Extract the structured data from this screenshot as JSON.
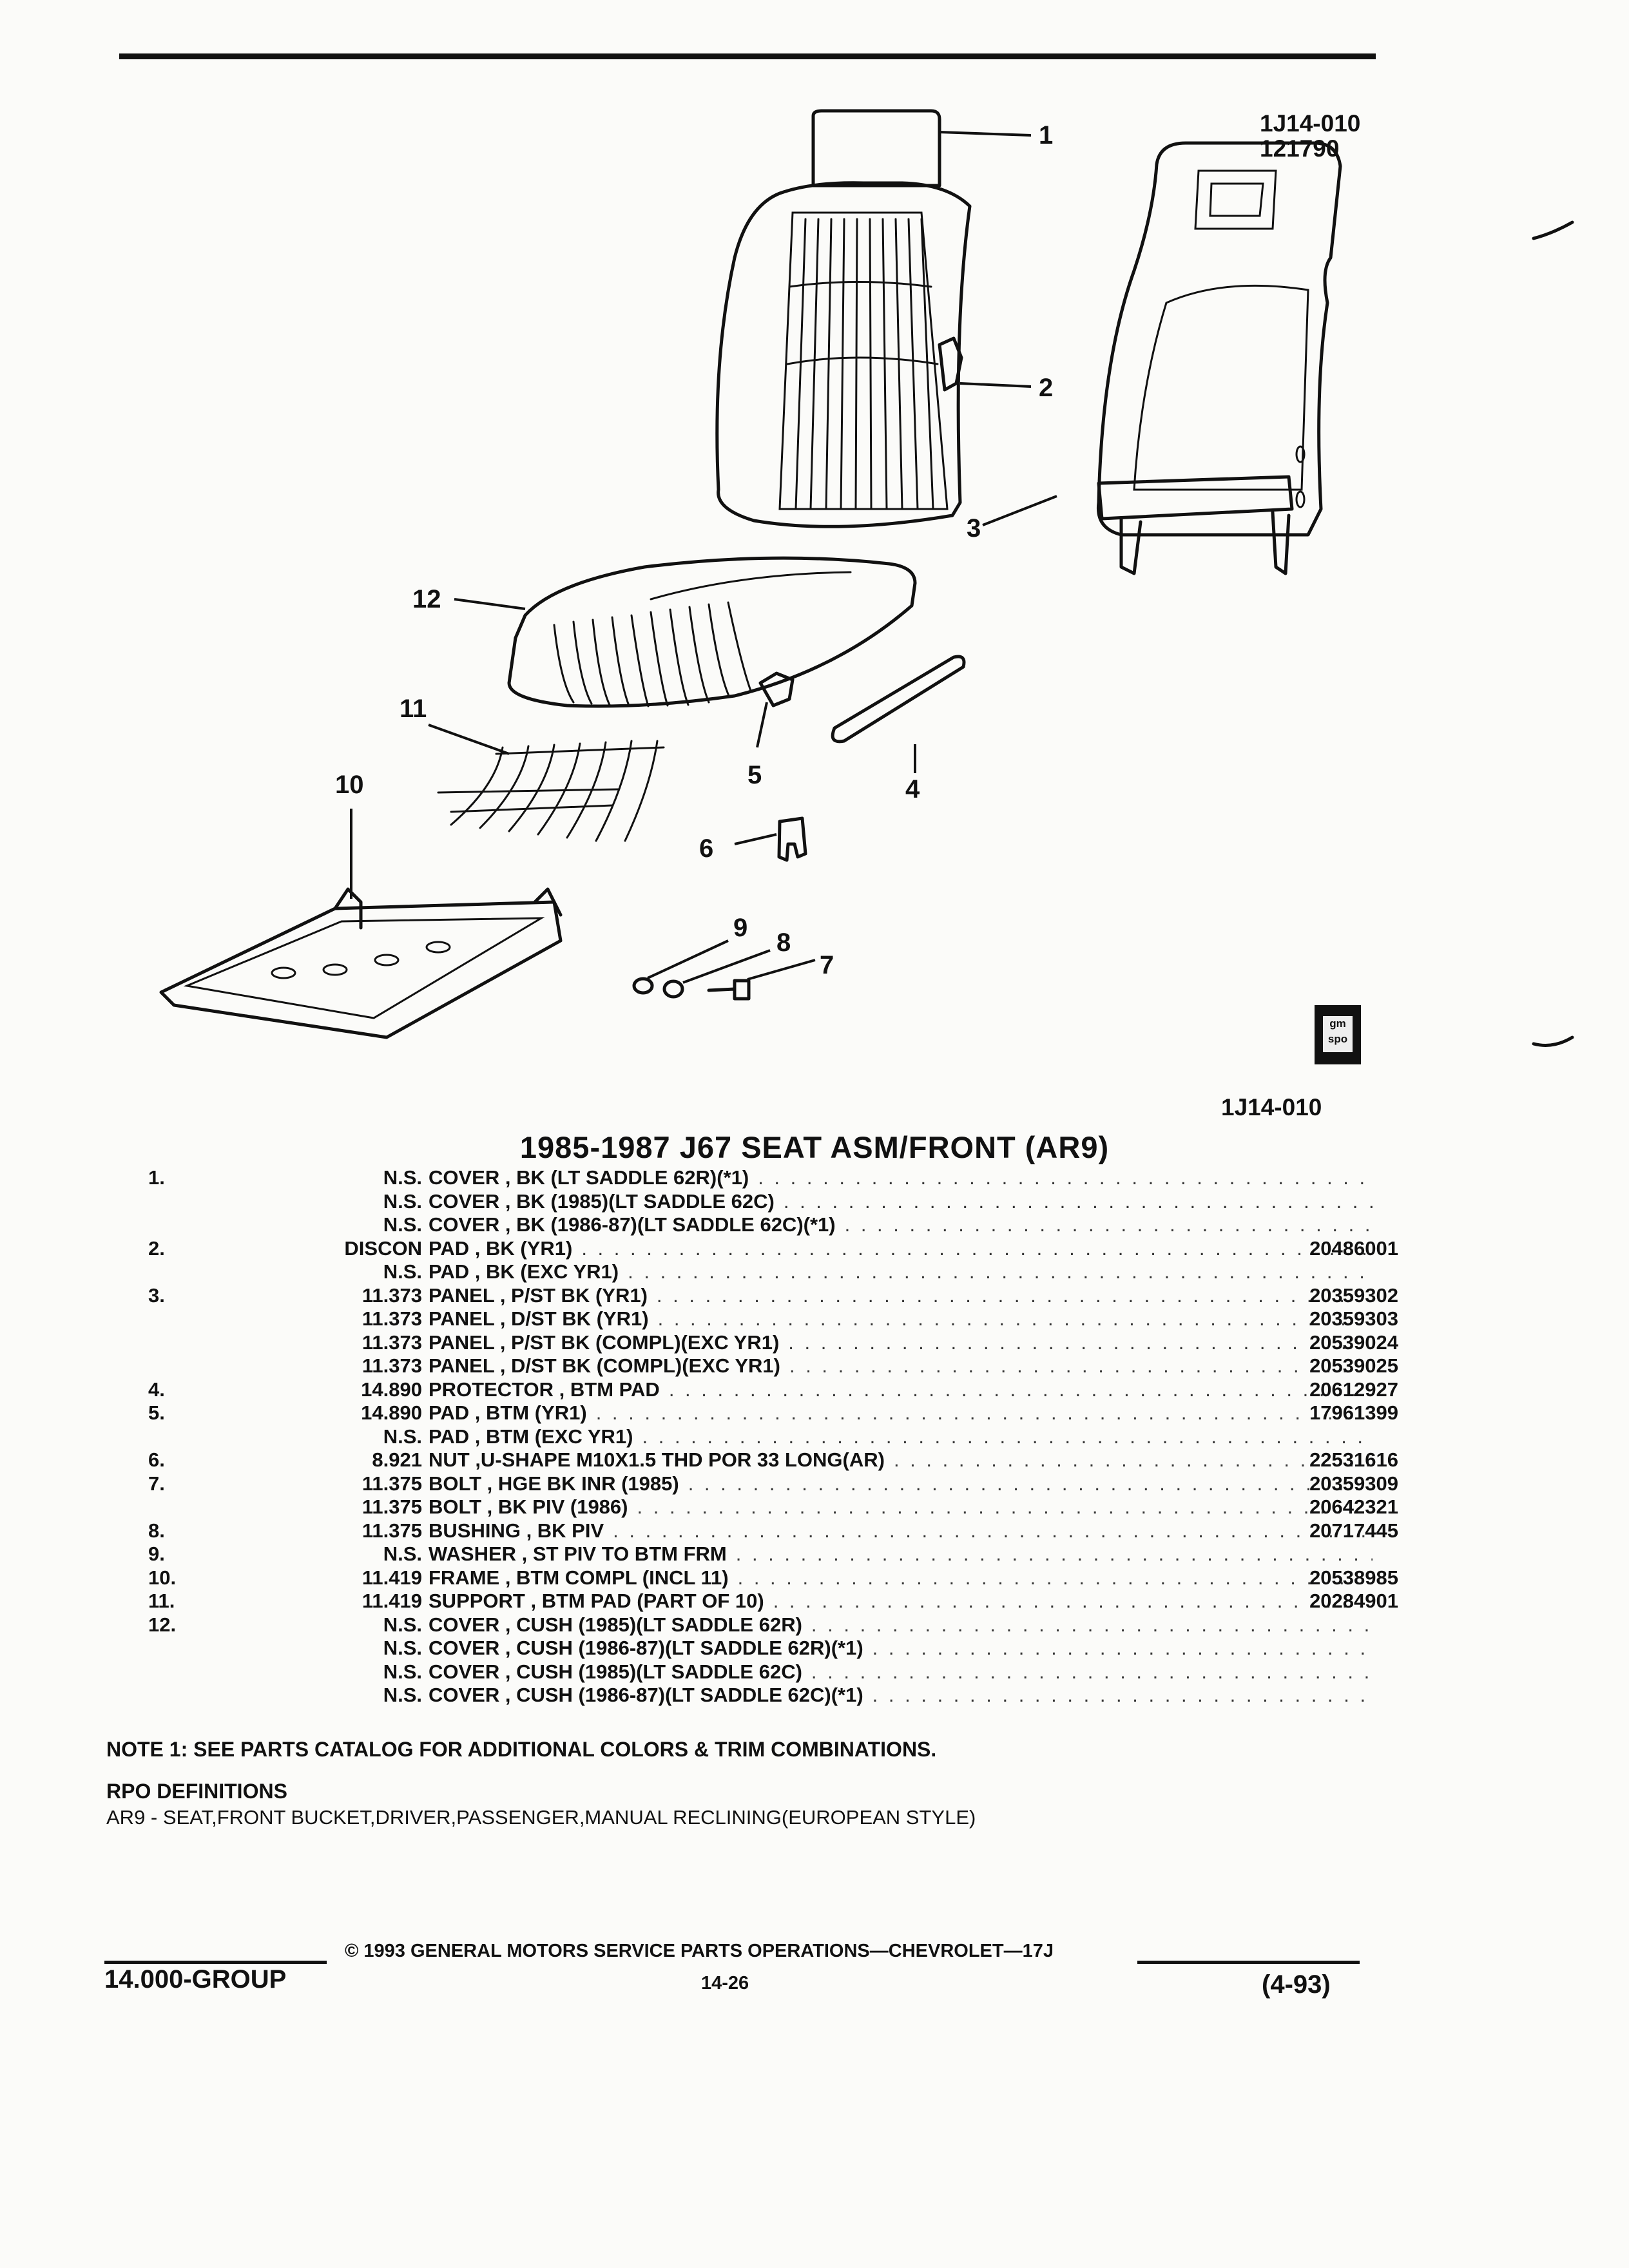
{
  "header": {
    "ref_code": "1J14-010",
    "ref_number": "121790"
  },
  "diagram": {
    "callouts": [
      "1",
      "2",
      "3",
      "4",
      "5",
      "6",
      "7",
      "8",
      "9",
      "10",
      "11",
      "12"
    ],
    "logo_text": "gm spo",
    "figure_ref": "1J14-010"
  },
  "title": "1985-1987 J67 SEAT ASM/FRONT (AR9)",
  "parts": [
    {
      "index": "1.",
      "group": "N.S.",
      "description": "COVER , BK (LT SADDLE 62R)(*1)",
      "part_number": ""
    },
    {
      "index": "",
      "group": "N.S.",
      "description": "COVER , BK (1985)(LT SADDLE 62C)",
      "part_number": ""
    },
    {
      "index": "",
      "group": "N.S.",
      "description": "COVER , BK (1986-87)(LT SADDLE 62C)(*1)",
      "part_number": ""
    },
    {
      "index": "2.",
      "group": "DISCON",
      "description": "PAD , BK (YR1)",
      "part_number": "20486001"
    },
    {
      "index": "",
      "group": "N.S.",
      "description": "PAD , BK (EXC YR1)",
      "part_number": ""
    },
    {
      "index": "3.",
      "group": "11.373",
      "description": "PANEL , P/ST BK (YR1)",
      "part_number": "20359302"
    },
    {
      "index": "",
      "group": "11.373",
      "description": "PANEL , D/ST BK (YR1)",
      "part_number": "20359303"
    },
    {
      "index": "",
      "group": "11.373",
      "description": "PANEL , P/ST BK (COMPL)(EXC YR1)",
      "part_number": "20539024"
    },
    {
      "index": "",
      "group": "11.373",
      "description": "PANEL , D/ST BK (COMPL)(EXC YR1)",
      "part_number": "20539025"
    },
    {
      "index": "4.",
      "group": "14.890",
      "description": "PROTECTOR , BTM PAD",
      "part_number": "20612927"
    },
    {
      "index": "5.",
      "group": "14.890",
      "description": "PAD , BTM (YR1)",
      "part_number": "17961399"
    },
    {
      "index": "",
      "group": "N.S.",
      "description": "PAD , BTM (EXC YR1)",
      "part_number": ""
    },
    {
      "index": "6.",
      "group": "8.921",
      "description": "NUT ,U-SHAPE M10X1.5 THD POR 33 LONG(AR)",
      "part_number": "22531616"
    },
    {
      "index": "7.",
      "group": "11.375",
      "description": "BOLT , HGE BK INR (1985)",
      "part_number": "20359309"
    },
    {
      "index": "",
      "group": "11.375",
      "description": "BOLT , BK PIV (1986)",
      "part_number": "20642321"
    },
    {
      "index": "8.",
      "group": "11.375",
      "description": "BUSHING , BK PIV",
      "part_number": "20717445"
    },
    {
      "index": "9.",
      "group": "N.S.",
      "description": "WASHER , ST PIV TO BTM FRM",
      "part_number": ""
    },
    {
      "index": "10.",
      "group": "11.419",
      "description": "FRAME , BTM COMPL (INCL 11)",
      "part_number": "20538985"
    },
    {
      "index": "11.",
      "group": "11.419",
      "description": "SUPPORT , BTM PAD (PART OF 10)",
      "part_number": "20284901"
    },
    {
      "index": "12.",
      "group": "N.S.",
      "description": "COVER , CUSH (1985)(LT SADDLE 62R)",
      "part_number": ""
    },
    {
      "index": "",
      "group": "N.S.",
      "description": "COVER , CUSH (1986-87)(LT SADDLE 62R)(*1)",
      "part_number": ""
    },
    {
      "index": "",
      "group": "N.S.",
      "description": "COVER , CUSH (1985)(LT SADDLE 62C)",
      "part_number": ""
    },
    {
      "index": "",
      "group": "N.S.",
      "description": "COVER , CUSH (1986-87)(LT SADDLE 62C)(*1)",
      "part_number": ""
    }
  ],
  "note": "NOTE  1:  SEE PARTS CATALOG FOR ADDITIONAL COLORS & TRIM COMBINATIONS.",
  "rpo": {
    "heading": "RPO DEFINITIONS",
    "definition": "AR9 - SEAT,FRONT BUCKET,DRIVER,PASSENGER,MANUAL RECLINING(EUROPEAN STYLE)"
  },
  "footer": {
    "copyright": "© 1993  GENERAL MOTORS SERVICE PARTS OPERATIONS—CHEVROLET—17J",
    "group": "14.000-GROUP",
    "page": "14-26",
    "date": "(4-93)"
  }
}
